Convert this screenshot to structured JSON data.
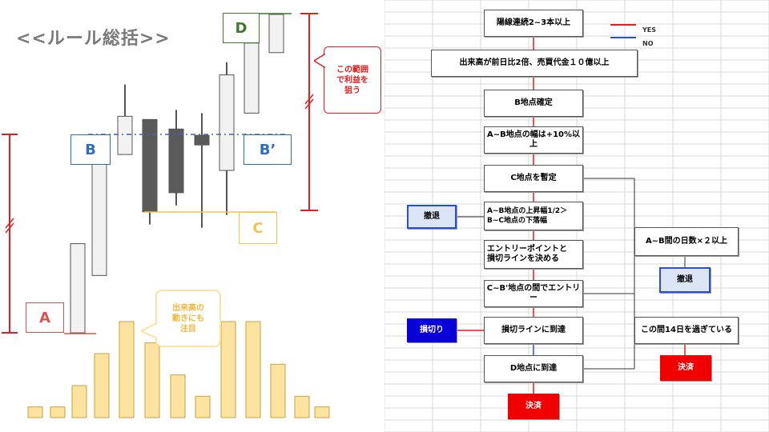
{
  "left": {
    "title": "<<ルール総括>>",
    "labels": {
      "a": "A",
      "b": "B",
      "b_prime": "B’",
      "c": "C",
      "d": "D"
    },
    "note_range": "この範囲\nで利益を\n狙う",
    "note_volume": "出来高の\n動きにも\n注目",
    "colors": {
      "a": "#d9534f",
      "b": "#2f6cc0",
      "c": "#f0c44a",
      "d": "#3d7a2a",
      "range": "#e02020",
      "volume": "#fde3a0"
    },
    "candles": [
      {
        "type": "up",
        "open": 0,
        "close": 28,
        "high": 28,
        "low": 0
      },
      {
        "type": "up",
        "open": 18,
        "close": 56,
        "high": 56,
        "low": 18
      },
      {
        "type": "up",
        "open": 56,
        "close": 68,
        "high": 78,
        "low": 56
      },
      {
        "type": "down",
        "open": 67,
        "close": 38,
        "high": 67,
        "low": 34
      },
      {
        "type": "down",
        "open": 64,
        "close": 44,
        "high": 70,
        "low": 40
      },
      {
        "type": "down",
        "open": 62,
        "close": 59,
        "high": 69,
        "low": 33
      },
      {
        "type": "up",
        "open": 51,
        "close": 81,
        "high": 85,
        "low": 37
      },
      {
        "type": "up",
        "open": 69,
        "close": 91,
        "high": 91,
        "low": 69
      },
      {
        "type": "up",
        "open": 88,
        "close": 100,
        "high": 100,
        "low": 88
      }
    ],
    "volumes": [
      1,
      1,
      3,
      6,
      9,
      7,
      4,
      2,
      9,
      9,
      5,
      2,
      1
    ]
  },
  "right": {
    "legend": {
      "yes": "YES",
      "no": "NO",
      "yes_color": "#e02020",
      "no_color": "#2a4fd1"
    },
    "boxes": {
      "b1": "陽線連続2~3本以上",
      "b2": "出来高が前日比2倍、売買代金１０億以上",
      "b3": "B地点確定",
      "b4": "A~B地点の幅は+10%以上",
      "b5": "C地点を暫定",
      "b6": "A~B地点の上昇幅1/2＞B~C地点の下落幅",
      "b7": "エントリーポイントと\n損切ラインを決める",
      "b8": "C~B'地点の間でエントリー",
      "b9": "損切ラインに到達",
      "b10": "D地点に到達",
      "b11": "決済",
      "r1": "A~B間の日数×２以上",
      "r2": "撤退",
      "r3": "この間14日を過ぎている",
      "r4": "決済",
      "l1": "撤退",
      "l2": "損切り"
    }
  }
}
